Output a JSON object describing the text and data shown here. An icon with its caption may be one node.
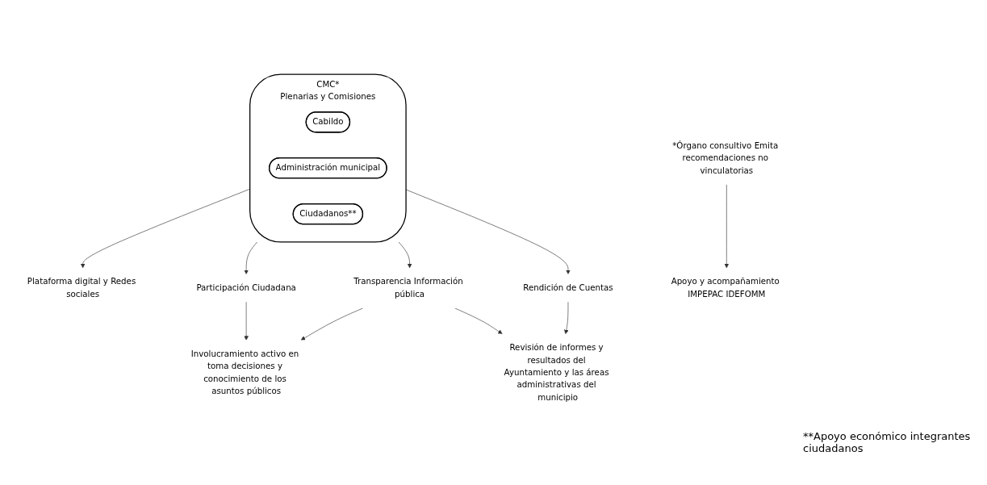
{
  "diagram": {
    "nodes": [
      {
        "text": [
          "CMC*",
          "Plenarias y Comisiones"
        ]
      },
      {
        "text": [
          "Cabildo"
        ],
        "in": 0
      },
      {
        "text": [
          "Administración municipal"
        ],
        "in": 0
      },
      {
        "text": [
          "Ciudadanos**"
        ],
        "in": 0
      },
      {
        "text": [
          "Plataforma digital y Redes sociales"
        ]
      },
      {
        "text": [
          "*Órgano consultivo Emita recomendaciones no vinculatorias"
        ]
      },
      {
        "text": [
          "Participación Ciudadana"
        ]
      },
      {
        "text": [
          "Transparencia Información pública"
        ]
      },
      {
        "text": [
          "Rendición de Cuentas"
        ]
      },
      {
        "text": [
          "Apoyo y acompañamiento IMPEPAC IDEFOMM"
        ]
      },
      {
        "text": [
          "Involucramiento activo en toma decisiones y conocimiento de los asuntos públicos"
        ]
      },
      {
        "text": [
          "Revisión de informes y resultados del Ayuntamiento y las áreas administrativas del municipio"
        ]
      }
    ],
    "edges": [
      {
        "from": 0,
        "to": 4,
        "arrow": "to"
      },
      {
        "from": 0,
        "to": 6,
        "arrow": "to"
      },
      {
        "from": 0,
        "to": 7,
        "arrow": "to"
      },
      {
        "from": 0,
        "to": 8,
        "arrow": "to"
      },
      {
        "from": 5,
        "to": 9,
        "arrow": "to"
      },
      {
        "from": 6,
        "to": 10,
        "arrow": "to"
      },
      {
        "from": 7,
        "to": 10,
        "arrow": "to"
      },
      {
        "from": 7,
        "to": 11,
        "arrow": "to"
      },
      {
        "from": 8,
        "to": 11,
        "arrow": "to"
      }
    ],
    "labels": [
      "**Apoyo económico integrantes ciudadanos"
    ]
  }
}
